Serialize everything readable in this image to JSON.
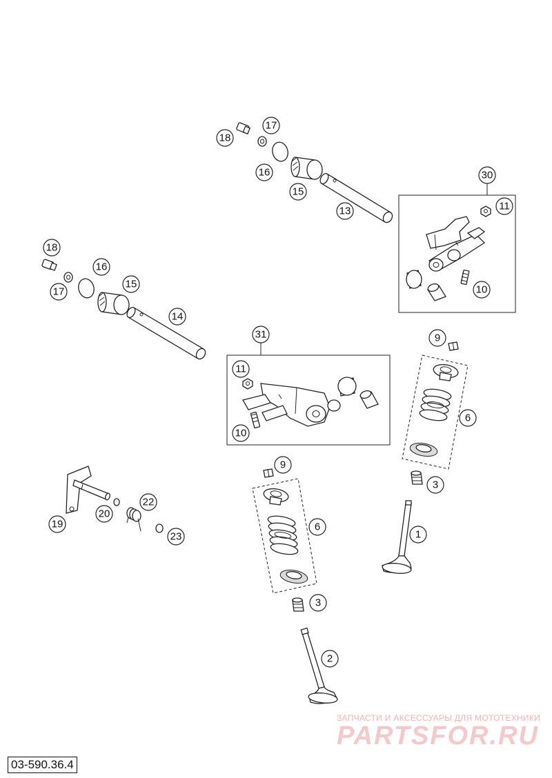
{
  "drawing_number": "03-590.36.4",
  "watermark": {
    "tagline": "ЗАПЧАСТИ И АКСЕССУАРЫ ДЛЯ МОТОТЕХНИКИ",
    "brand": "PARTSFOR.RU"
  },
  "callouts": {
    "p1": "1",
    "p2": "2",
    "p3a": "3",
    "p3b": "3",
    "p6a": "6",
    "p6b": "6",
    "p9a": "9",
    "p9b": "9",
    "p10a": "10",
    "p10b": "10",
    "p11a": "11",
    "p11b": "11",
    "p13": "13",
    "p14": "14",
    "p15a": "15",
    "p15b": "15",
    "p16a": "16",
    "p16b": "16",
    "p17a": "17",
    "p17b": "17",
    "p18a": "18",
    "p18b": "18",
    "p19": "19",
    "p20": "20",
    "p22": "22",
    "p23": "23",
    "p30": "30",
    "p31": "31"
  },
  "colors": {
    "watermark": "#f5c9c9",
    "line": "#222222"
  }
}
